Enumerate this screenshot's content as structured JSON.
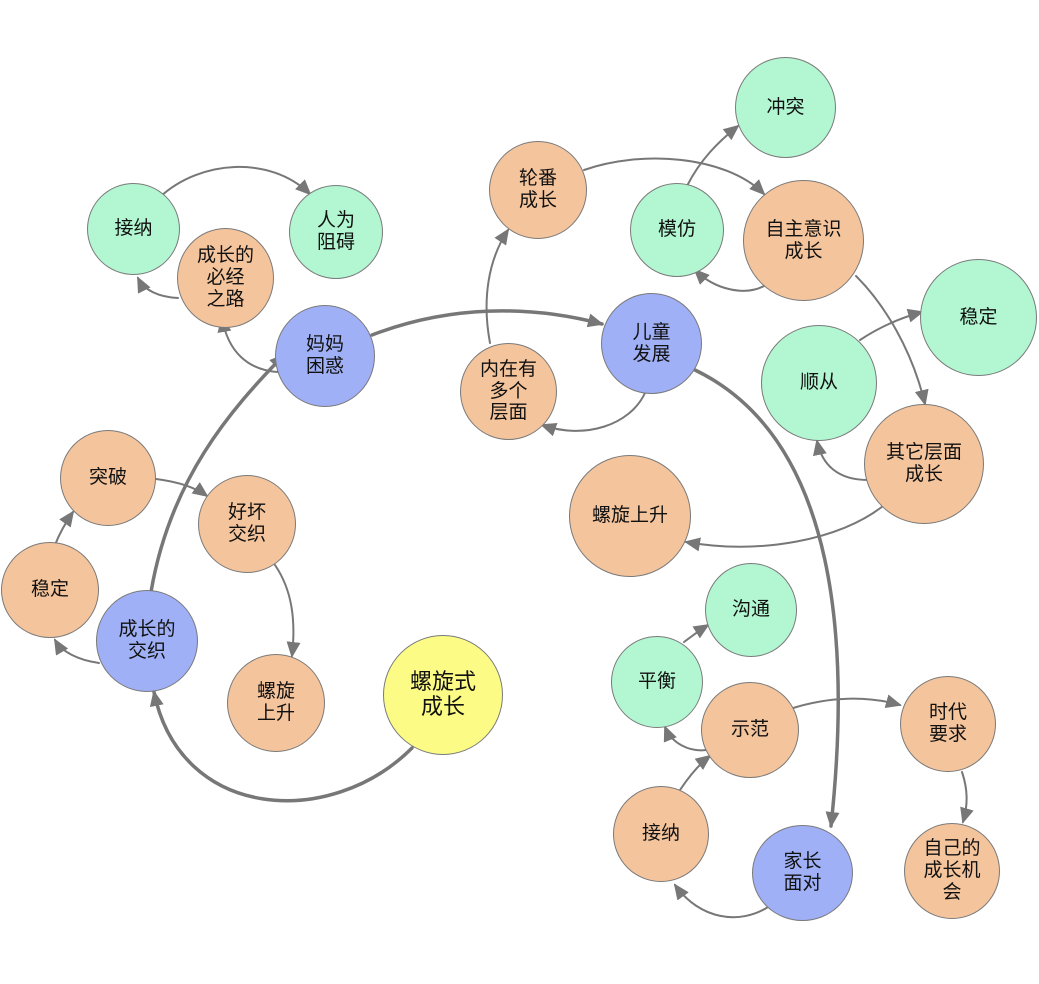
{
  "colors": {
    "orange": "#f4c49c",
    "green": "#b2f7d2",
    "blue": "#9fb0f6",
    "yellow": "#fbfb86",
    "stroke": "#7a7a7a"
  },
  "nodes": {
    "spiral_growth": "螺旋式\n成长",
    "growth_interweave": "成长的\n交织",
    "stable_left": "稳定",
    "breakthrough": "突破",
    "good_bad_interweave": "好坏\n交织",
    "spiral_up_left": "螺旋\n上升",
    "mom_confusion": "妈妈\n困惑",
    "necessary_path": "成长的\n必经\n之路",
    "accept_top": "接纳",
    "artificial_obstacle": "人为\n阻碍",
    "multiple_levels": "内在有\n多个\n层面",
    "take_turns": "轮番\n成长",
    "child_development": "儿童\n发展",
    "imitation": "模仿",
    "conflict": "冲突",
    "autonomy": "自主意识\n成长",
    "obedience": "顺从",
    "stable_right": "稳定",
    "other_levels": "其它层面\n成长",
    "spiral_up_right": "螺旋上升",
    "communication": "沟通",
    "balance": "平衡",
    "demonstrate": "示范",
    "era_requirement": "时代\n要求",
    "own_opportunity": "自己的\n成长机\n会",
    "accept_bottom": "接纳",
    "parents_face": "家长\n面对"
  }
}
